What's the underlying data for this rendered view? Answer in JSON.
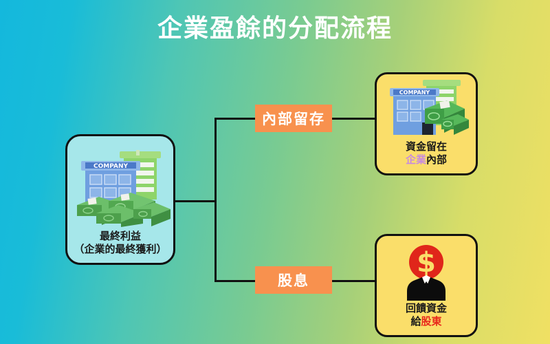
{
  "title": "企業盈餘的分配流程",
  "background": {
    "left_color": "#14b8dd",
    "middle_color": "#7acb91",
    "right_color": "#f0e063"
  },
  "source_node": {
    "name": "最終利益",
    "caption_line1": "最終利益",
    "caption_line2": "（企業的最終獲利）",
    "fill_color": "#a6e7ea",
    "icon": "company-building-with-money-stacks"
  },
  "branches": [
    {
      "chip_label": "內部留存",
      "chip_color": "#f8914e",
      "result_line1": "資金留在",
      "result_line2_highlight": "企業",
      "result_line2_rest": "內部",
      "highlight_color": "#c78ae0",
      "node_fill": "#fade6a",
      "icon": "company-building-with-cash-bundles"
    },
    {
      "chip_label": "股息",
      "chip_color": "#f8914e",
      "result_line1": "回饋資金",
      "result_line2_prefix": "給",
      "result_line2_highlight": "股東",
      "highlight_color": "#e8291c",
      "node_fill": "#fade6a",
      "icon": "shareholder-dollar-head-suit"
    }
  ]
}
